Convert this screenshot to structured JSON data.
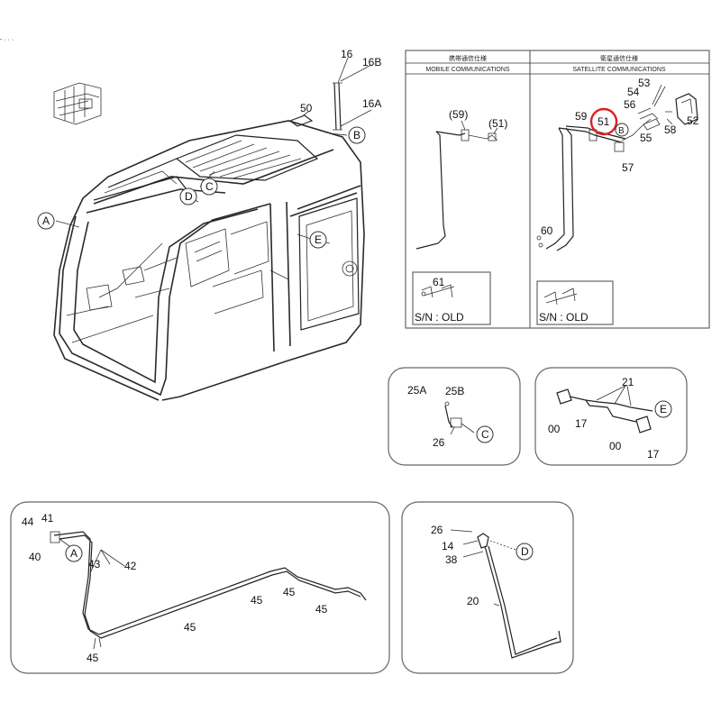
{
  "top_left_mark": "- · · ·",
  "callouts": {
    "c16": "16",
    "c16b": "16B",
    "c16a": "16A",
    "c50": "50",
    "A": "A",
    "B": "B",
    "C": "C",
    "D": "D",
    "E": "E"
  },
  "mobile_panel": {
    "title_jp": "携帯通信仕様",
    "title_en": "MOBILE COMMUNICATIONS",
    "l59": "(59)",
    "l51": "(51)",
    "l61": "61",
    "sn": "S/N : OLD"
  },
  "satellite_panel": {
    "title_jp": "衛星通信仕様",
    "title_en": "SATELLITE COMMUNICATIONS",
    "l53": "53",
    "l54": "54",
    "l56": "56",
    "l59": "59",
    "l51": "51",
    "l52": "52",
    "l55": "55",
    "l58": "58",
    "lB": "B",
    "l57": "57",
    "l60": "60",
    "sn": "S/N : OLD",
    "highlight_color": "#e02020"
  },
  "detail_c": {
    "l25a": "25A",
    "l25b": "25B",
    "l26": "26",
    "lC": "C"
  },
  "detail_e": {
    "l21": "21",
    "lE": "E",
    "l00a": "00",
    "l17a": "17",
    "l00b": "00",
    "l17b": "17"
  },
  "detail_a": {
    "l44": "44",
    "l41": "41",
    "l40": "40",
    "lA": "A",
    "l43": "43",
    "l42": "42",
    "l45a": "45",
    "l45b": "45",
    "l45c": "45",
    "l45d": "45",
    "l45e": "45"
  },
  "detail_d": {
    "l26": "26",
    "l14": "14",
    "l38": "38",
    "lD": "D",
    "l20": "20"
  }
}
